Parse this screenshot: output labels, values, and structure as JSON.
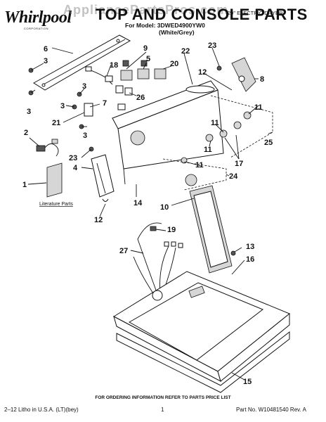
{
  "header": {
    "brand": "Whirlpool",
    "brand_sub": "CORPORATION",
    "title": "TOP AND CONSOLE PARTS",
    "watermark": "AppliancePartsPros.com",
    "product": "29\" ELECTRIC DRYER",
    "model_line": "For Model: 3DWED4900YW0",
    "color_line": "(White/Grey)"
  },
  "diagram": {
    "literature_label": "Literature Parts",
    "callouts": [
      "1",
      "2",
      "3",
      "4",
      "5",
      "6",
      "7",
      "8",
      "9",
      "10",
      "11",
      "12",
      "13",
      "14",
      "15",
      "16",
      "17",
      "18",
      "19",
      "20",
      "21",
      "22",
      "23",
      "24",
      "25",
      "26",
      "27"
    ]
  },
  "footer": {
    "order_note": "FOR ORDERING INFORMATION REFER TO PARTS PRICE LIST",
    "litho": "2–12 Litho in U.S.A. (LT)(bey)",
    "page": "1",
    "part_no": "Part No. W10481540 Rev. A"
  }
}
